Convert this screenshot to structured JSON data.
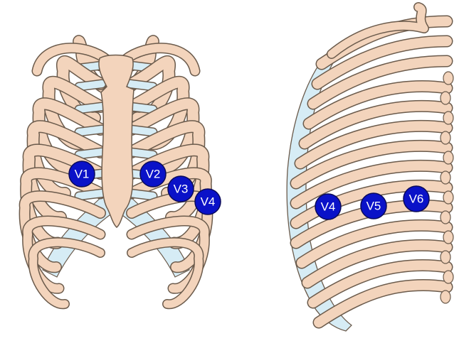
{
  "colors": {
    "bone": "#f3d4bc",
    "cartilage": "#d6ecf5",
    "outline": "#6b5b4c",
    "electrode_fill": "#0a12c8",
    "electrode_text": "#ffffff"
  },
  "views": {
    "front": {
      "electrodes": [
        {
          "label": "V1"
        },
        {
          "label": "V2"
        },
        {
          "label": "V3"
        },
        {
          "label": "V4"
        }
      ]
    },
    "side": {
      "electrodes": [
        {
          "label": "V4"
        },
        {
          "label": "V5"
        },
        {
          "label": "V6"
        }
      ]
    }
  }
}
